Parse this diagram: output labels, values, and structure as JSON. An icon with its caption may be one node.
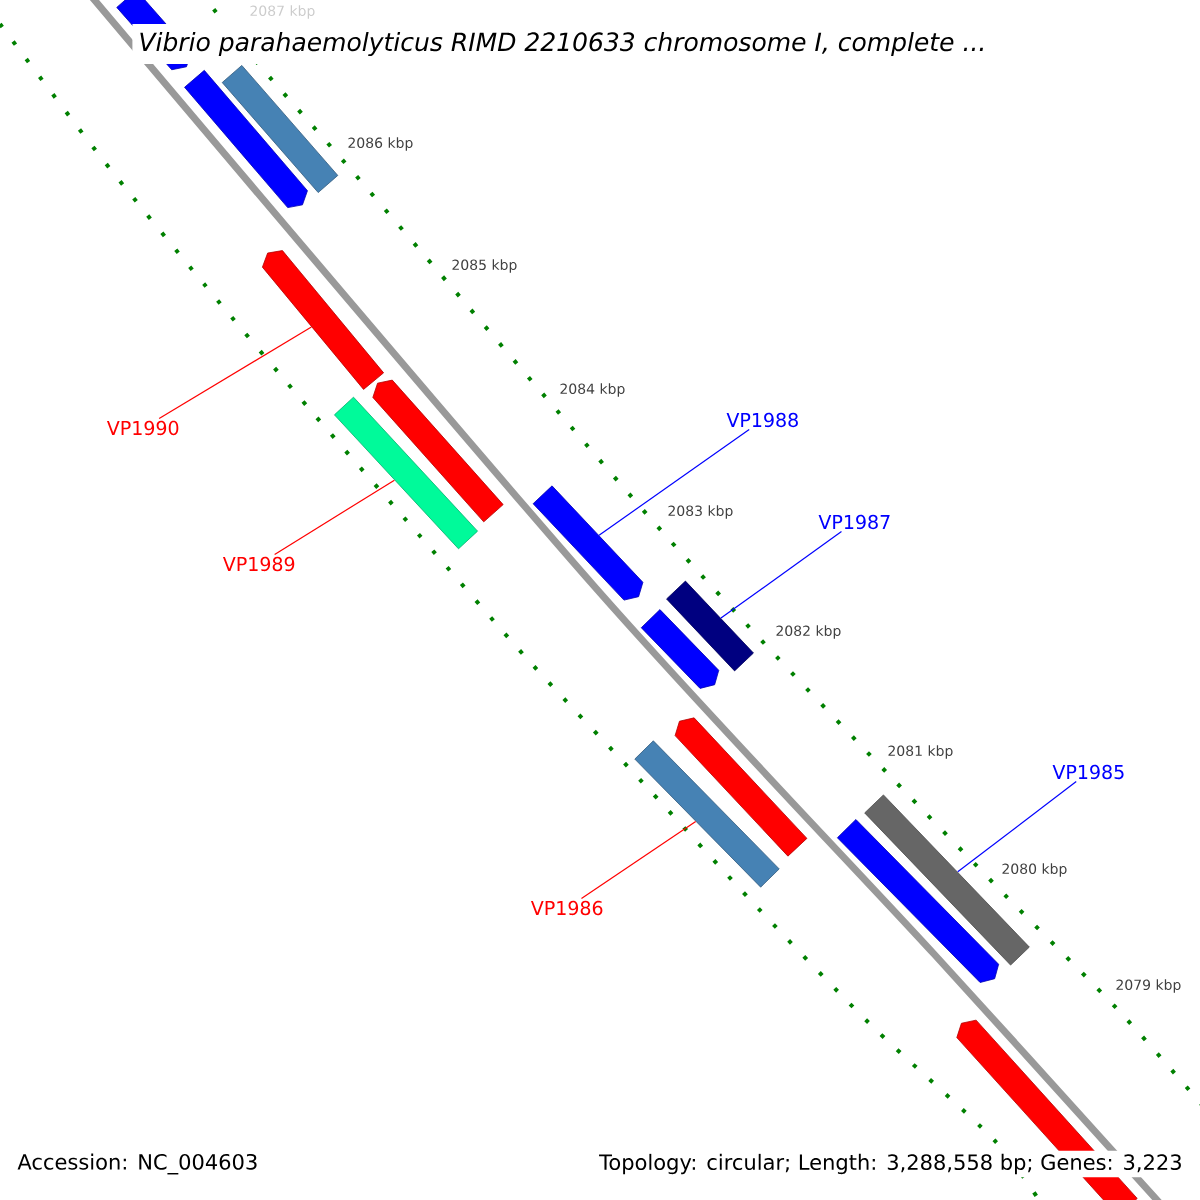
{
  "diagram": {
    "title": "Vibrio parahaemolyticus RIMD 2210633 chromosome I, complete ...",
    "nodes": [
      {
        "text": [
          "VP1988"
        ]
      },
      {
        "text": [
          "VP1990"
        ]
      },
      {
        "text": [
          "VP1987"
        ]
      },
      {
        "text": [
          "VP1989"
        ]
      },
      {
        "text": [
          "VP1985"
        ]
      },
      {
        "text": [
          "VP1986"
        ]
      },
      {
        "text": [],
        "shape": "bar"
      },
      {
        "text": [],
        "shape": "bar"
      },
      {
        "text": [],
        "shape": "bar"
      },
      {
        "text": [],
        "shape": "bar"
      },
      {
        "text": [],
        "shape": "bar"
      },
      {
        "text": [],
        "shape": "bar"
      },
      {
        "text": [],
        "shape": "bar"
      },
      {
        "text": [],
        "shape": "bar"
      },
      {
        "text": [],
        "shape": "bar"
      },
      {
        "text": [],
        "shape": "bar"
      },
      {
        "text": [],
        "shape": "bar"
      },
      {
        "text": [],
        "shape": "bar"
      },
      {
        "text": [],
        "shape": "bar"
      },
      {
        "text": [],
        "shape": "bar"
      }
    ],
    "edges": [
      {
        "from": 1,
        "to": 9,
        "arrow": "none",
        "color": "#ff0000"
      },
      {
        "from": 3,
        "to": 11,
        "arrow": "none",
        "color": "#ff0000"
      },
      {
        "from": 0,
        "to": 12,
        "arrow": "none",
        "color": "#0000ff"
      },
      {
        "from": 2,
        "to": 13,
        "arrow": "none",
        "color": "#0000ff"
      },
      {
        "from": 5,
        "to": 16,
        "arrow": "none",
        "color": "#ff0000"
      },
      {
        "from": 4,
        "to": 17,
        "arrow": "none",
        "color": "#0000ff"
      }
    ],
    "labels": [
      "2087 kbp",
      "2086 kbp",
      "2085 kbp",
      "2084 kbp",
      "2083 kbp",
      "2082 kbp",
      "2081 kbp",
      "2080 kbp",
      "2079 kbp",
      "Accession: NC_004603",
      "Topology: circular; Length: 3,288,558 bp; Genes: 3,223"
    ]
  }
}
